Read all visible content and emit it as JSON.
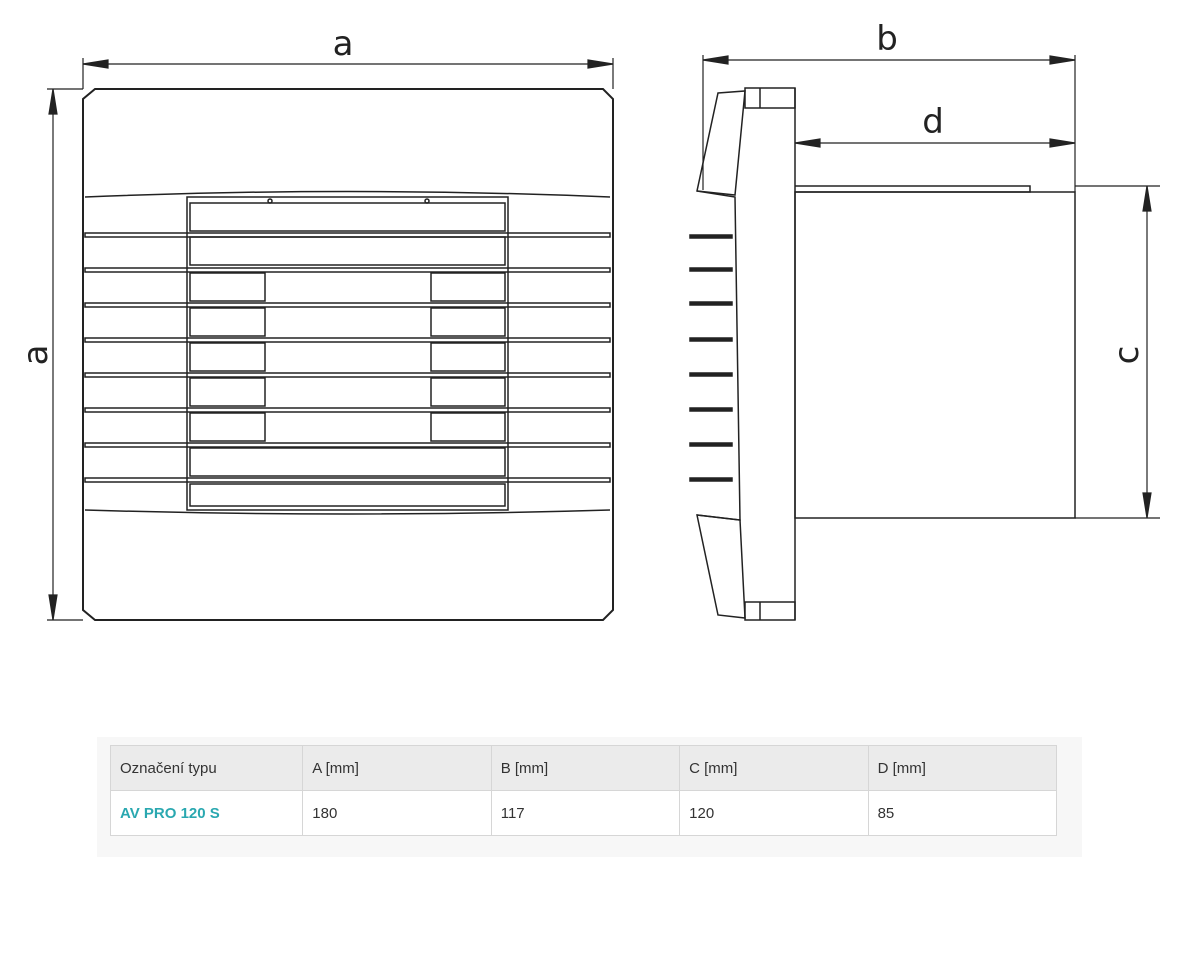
{
  "drawing": {
    "labels": {
      "a_top": "a",
      "a_side": "a",
      "b": "b",
      "c": "c",
      "d": "d"
    }
  },
  "table": {
    "headers": [
      "Označení typu",
      "A [mm]",
      "B [mm]",
      "C [mm]",
      "D [mm]"
    ],
    "rows": [
      [
        "AV PRO 120 S",
        "180",
        "117",
        "120",
        "85"
      ]
    ]
  },
  "colors": {
    "model_link": "#2aa8b0",
    "line": "#222222"
  }
}
